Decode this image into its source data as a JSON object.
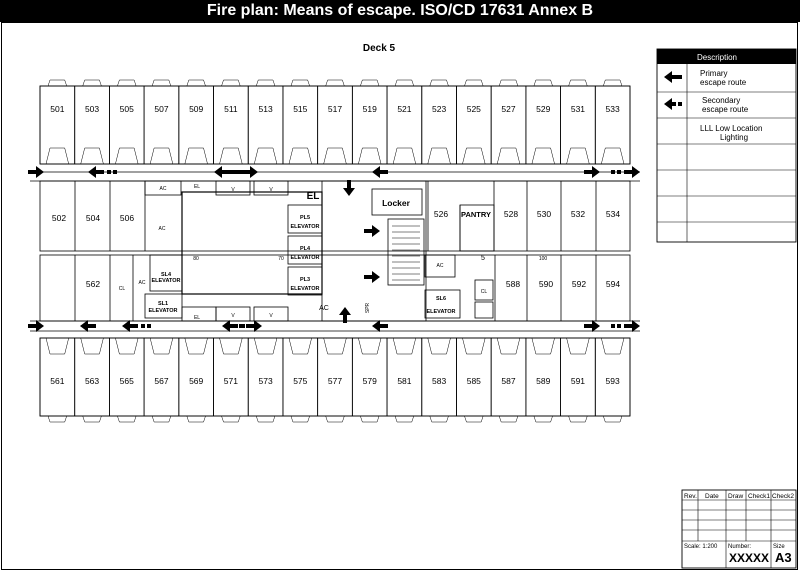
{
  "title": "Fire plan:  Means of escape.  ISO/CD 17631 Annex B",
  "deck_title": "Deck 5",
  "rooms_top_row": [
    "501",
    "503",
    "505",
    "507",
    "509",
    "511",
    "513",
    "515",
    "517",
    "519",
    "521",
    "523",
    "525",
    "527",
    "529",
    "531",
    "533"
  ],
  "rooms_upper_mid": [
    "502",
    "504",
    "506",
    "526",
    "528",
    "530",
    "532",
    "534"
  ],
  "rooms_lower_mid": [
    "562",
    "588",
    "590",
    "592",
    "594"
  ],
  "rooms_bottom_row": [
    "561",
    "563",
    "565",
    "567",
    "569",
    "571",
    "573",
    "575",
    "577",
    "579",
    "581",
    "583",
    "585",
    "587",
    "589",
    "591",
    "593"
  ],
  "labels": {
    "locker": "Locker",
    "pantry": "PANTRY",
    "el_top": "EL",
    "el_big": "EL",
    "el_bottom": "EL",
    "ac_top": "AC",
    "ac_side": "AC",
    "ac_left": "AC",
    "ac_right": "AC",
    "ac_bottom": "AC",
    "v1": "V",
    "v2": "V",
    "v3": "V",
    "v4": "V",
    "cl_left": "CL",
    "cl_right": "CL",
    "sl4": "SL4",
    "sl4_elevator": "ELEVATOR",
    "sl1": "SL1",
    "sl1_elevator": "ELEVATOR",
    "pl5": "PL5",
    "pl5_elevator": "ELEVATOR",
    "pl4": "PL4",
    "pl4_elevator": "ELEVATOR",
    "pl3": "PL3",
    "pl3_elevator": "ELEVATOR",
    "sl6": "SL6",
    "sl6_elevator": "ELEVATOR",
    "spr": "SPR",
    "n100": "100",
    "n80": "80",
    "n70": "70",
    "n5": "5"
  },
  "legend": {
    "header": "Description",
    "primary_1": "Primary",
    "primary_2": "escape route",
    "secondary_1": "Secondary",
    "secondary_2": "escape route",
    "lll_1": "LLL Low  Location",
    "lll_2": "Lighting"
  },
  "title_block": {
    "rev": "Rev.",
    "date": "Date",
    "draw": "Draw",
    "check1": "Check1",
    "check2": "Check2",
    "scale": "Scale: 1:200",
    "number_label": "Number:",
    "number": "XXXXX",
    "size_label": "Size",
    "size": "A3"
  },
  "colors": {
    "ink": "#000000",
    "paper": "#ffffff"
  }
}
